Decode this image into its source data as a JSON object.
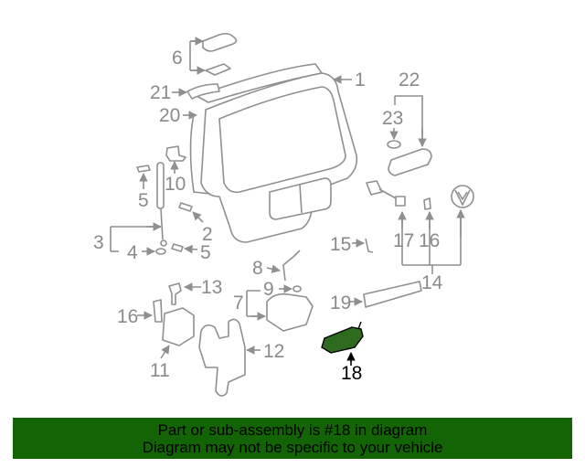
{
  "callouts": {
    "c1": "1",
    "c6": "6",
    "c21": "21",
    "c20": "20",
    "c10": "10",
    "c5a": "5",
    "c2": "2",
    "c3": "3",
    "c4": "4",
    "c5b": "5",
    "c15": "15",
    "c17": "17",
    "c16a": "16",
    "c14": "14",
    "c22": "22",
    "c23": "23",
    "c8": "8",
    "c9": "9",
    "c7": "7",
    "c13": "13",
    "c16b": "16",
    "c19": "19",
    "c12": "12",
    "c11": "11",
    "c18": "18"
  },
  "highlight": {
    "part": "18",
    "color": "#2e6b1e"
  },
  "banner": {
    "line1": "Part or sub-assembly is #18 in diagram",
    "line2": "Diagram may not be specific to your vehicle",
    "color": "#136405"
  }
}
